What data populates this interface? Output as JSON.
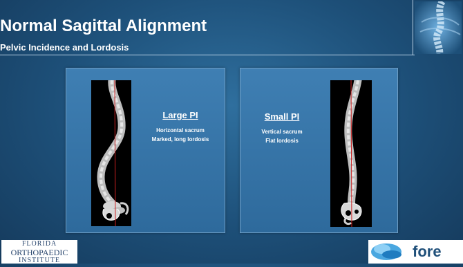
{
  "slide": {
    "title": "Normal Sagittal Alignment",
    "subtitle": "Pelvic Incidence and Lordosis"
  },
  "panels": [
    {
      "heading": "Large PI",
      "lines": [
        "Horizontal sacrum",
        "Marked, long lordosis"
      ]
    },
    {
      "heading": "Small PI",
      "lines": [
        "Vertical sacrum",
        "Flat lordosis"
      ]
    }
  ],
  "logos": {
    "left": [
      "FLORIDA",
      "ORTHOPAEDIC",
      "INSTITUTE"
    ],
    "right": "fore"
  },
  "colors": {
    "background": "#1d4f78",
    "panel": "#3a78ab",
    "text": "#ffffff",
    "plumb_line": "#cc2020"
  }
}
